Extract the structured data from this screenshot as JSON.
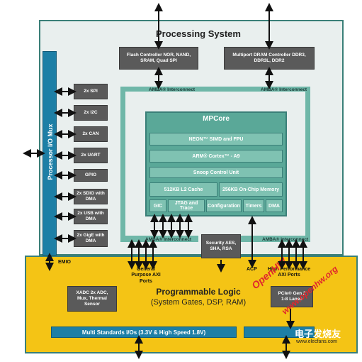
{
  "processing_system": {
    "title": "Processing System",
    "flash_controller": "Flash Controller NOR, NAND, SRAM, Quad SPI",
    "dram_controller": "Multiport DRAM Controller DDR3, DDR3L, DDR2",
    "processor_io_mux": "Processor I/O Mux",
    "peripherals": [
      "2x SPI",
      "2x I2C",
      "2x CAN",
      "2x UART",
      "GPIO",
      "2x SDIO with DMA",
      "2x USB with DMA",
      "2x GigE with DMA"
    ],
    "amba_top_left": "AMBA® Interconnect",
    "amba_top_right": "AMBA® Interconnect",
    "amba_bottom_left": "AMBA® Interconnect",
    "amba_bottom_right": "AMBA® Interconnect",
    "mpcore": {
      "title": "MPCore",
      "neon": "NEON™ SIMD and FPU",
      "arm": "ARM® Cortex™ - A9",
      "snoop": "Snoop Control Unit",
      "l2": "512KB L2 Cache",
      "ocm": "256KB On-Chip Memory",
      "gic": "GIC",
      "jtag": "JTAG and Trace",
      "config": "Configuration",
      "timers": "Timers",
      "dma": "DMA"
    },
    "security": "Security AES, SHA, RSA"
  },
  "labels": {
    "emio": "EMIO",
    "gp_ports": "General Purpose AXI Ports",
    "acp": "ACP",
    "hp_ports": "High Performance AXI Ports"
  },
  "programmable_logic": {
    "title": "Programmable Logic",
    "subtitle": "(System Gates, DSP, RAM)",
    "xadc": "XADC 2x ADC, Mux, Thermal Sensor",
    "pcie": "PCIe® Gen 2 1-8 Lanes",
    "io_bar": "Multi Standards I/Os (3.3V & High Speed 1.8V)"
  },
  "watermark": {
    "line1": "OpenHW",
    "line2": "www.openhw.org",
    "line3": "电子发烧友",
    "line4": "www.elecfans.com"
  }
}
